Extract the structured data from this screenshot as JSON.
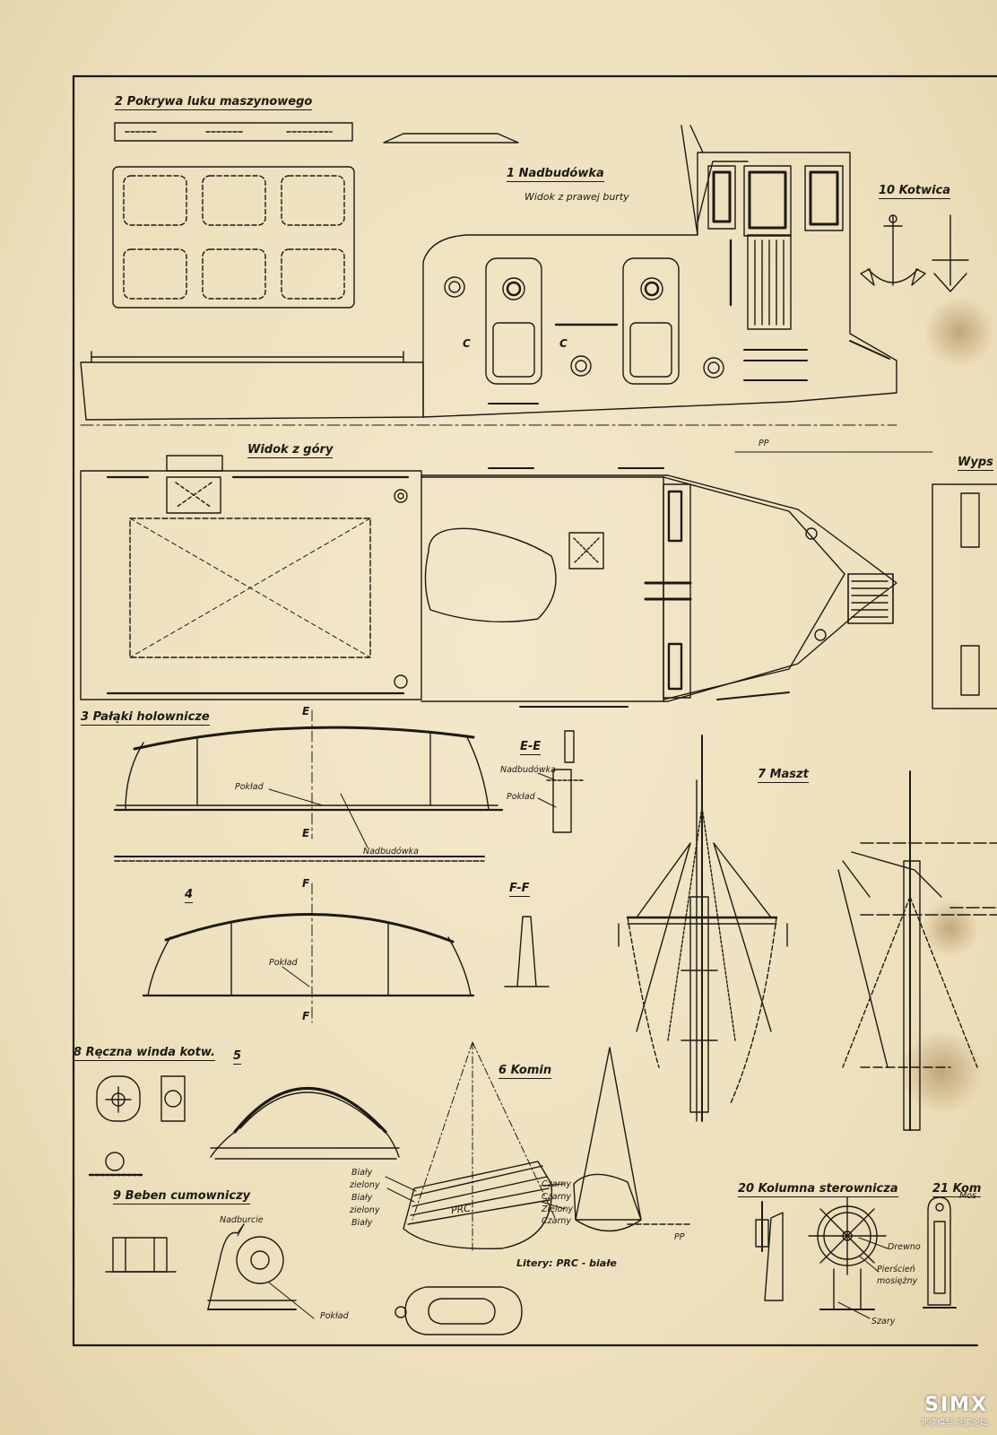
{
  "labels": {
    "l2": "2  Pokrywa luku maszynowego",
    "l1": "1  Nadbudówka",
    "l1_sub": "Widok z prawej burty",
    "l10": "10  Kotwica",
    "top_view": "Widok z góry",
    "wyp": "Wyps",
    "l3": "3  Pałąki holownicze",
    "pp": "PP",
    "pp2": "PP",
    "E_top": "E",
    "E_bot": "E",
    "F_top": "F",
    "F_bot": "F",
    "pokl_3": "Pokład",
    "nadb_3": "Nadbudówka",
    "EE": "E-E",
    "EE_nadb": "Nadbudówka",
    "EE_pokl": "Pokład",
    "l4": "4",
    "pokl_4": "Pokład",
    "FF": "F-F",
    "l7": "7  Maszt",
    "l8": "8  Ręczna winda kotw.",
    "l5": "5",
    "l6": "6  Komin",
    "l9": "9  Beben cumowniczy",
    "nadburcie": "Nadburcie",
    "pokl_9": "Pokład",
    "bialy1": "Biały",
    "zielony1": "zielony",
    "bialy2": "Biały",
    "zielony2": "zielony",
    "bialy3": "Biały",
    "czarny1": "Czarny",
    "zielony3": "Zielony",
    "czarny2": "Czarny",
    "czarny3": "Czarny",
    "prc": "PRC",
    "litery": "Litery:  PRC - białe",
    "l20": "20  Kolumna  sterownicza",
    "l21": "21  Kom",
    "drewno": "Drewno",
    "pierscien": "Pierścień",
    "mosiezny": "mosiężny",
    "szary": "Szary",
    "mos": "Mos",
    "C1": "C",
    "C2": "C"
  },
  "watermark": {
    "logo": "SIMX",
    "sub": "邦德模型  玩家论坛"
  },
  "colors": {
    "paper": "#f0e4c4",
    "ink": "#1d1a14"
  }
}
